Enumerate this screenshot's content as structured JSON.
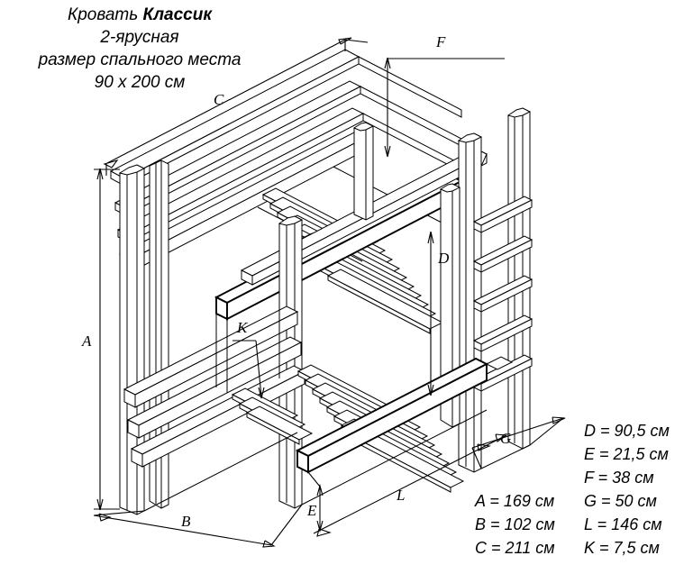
{
  "title": {
    "line1_regular": "Кровать ",
    "line1_bold": "Классик",
    "line2": "2-ярусная",
    "line3": "размер спального места",
    "line4": "90 x 200 см"
  },
  "drawing": {
    "type": "isometric-technical-drawing",
    "subject": "bunk-bed",
    "dimension_labels": [
      "A",
      "B",
      "C",
      "D",
      "E",
      "F",
      "G",
      "K",
      "L"
    ],
    "label_A": "A",
    "label_B": "B",
    "label_C": "C",
    "label_D": "D",
    "label_E": "E",
    "label_F": "F",
    "label_G": "G",
    "label_K": "K",
    "label_L": "L"
  },
  "legend": {
    "left_column": [
      "A = 169 см",
      "B = 102 см",
      "C = 211 см"
    ],
    "right_column": [
      "D = 90,5 см",
      "E = 21,5 см",
      "F = 38 см",
      "G = 50 см",
      "L = 146 см",
      "K = 7,5 см"
    ]
  },
  "colors": {
    "background": "#ffffff",
    "line": "#000000",
    "text": "#000000"
  }
}
